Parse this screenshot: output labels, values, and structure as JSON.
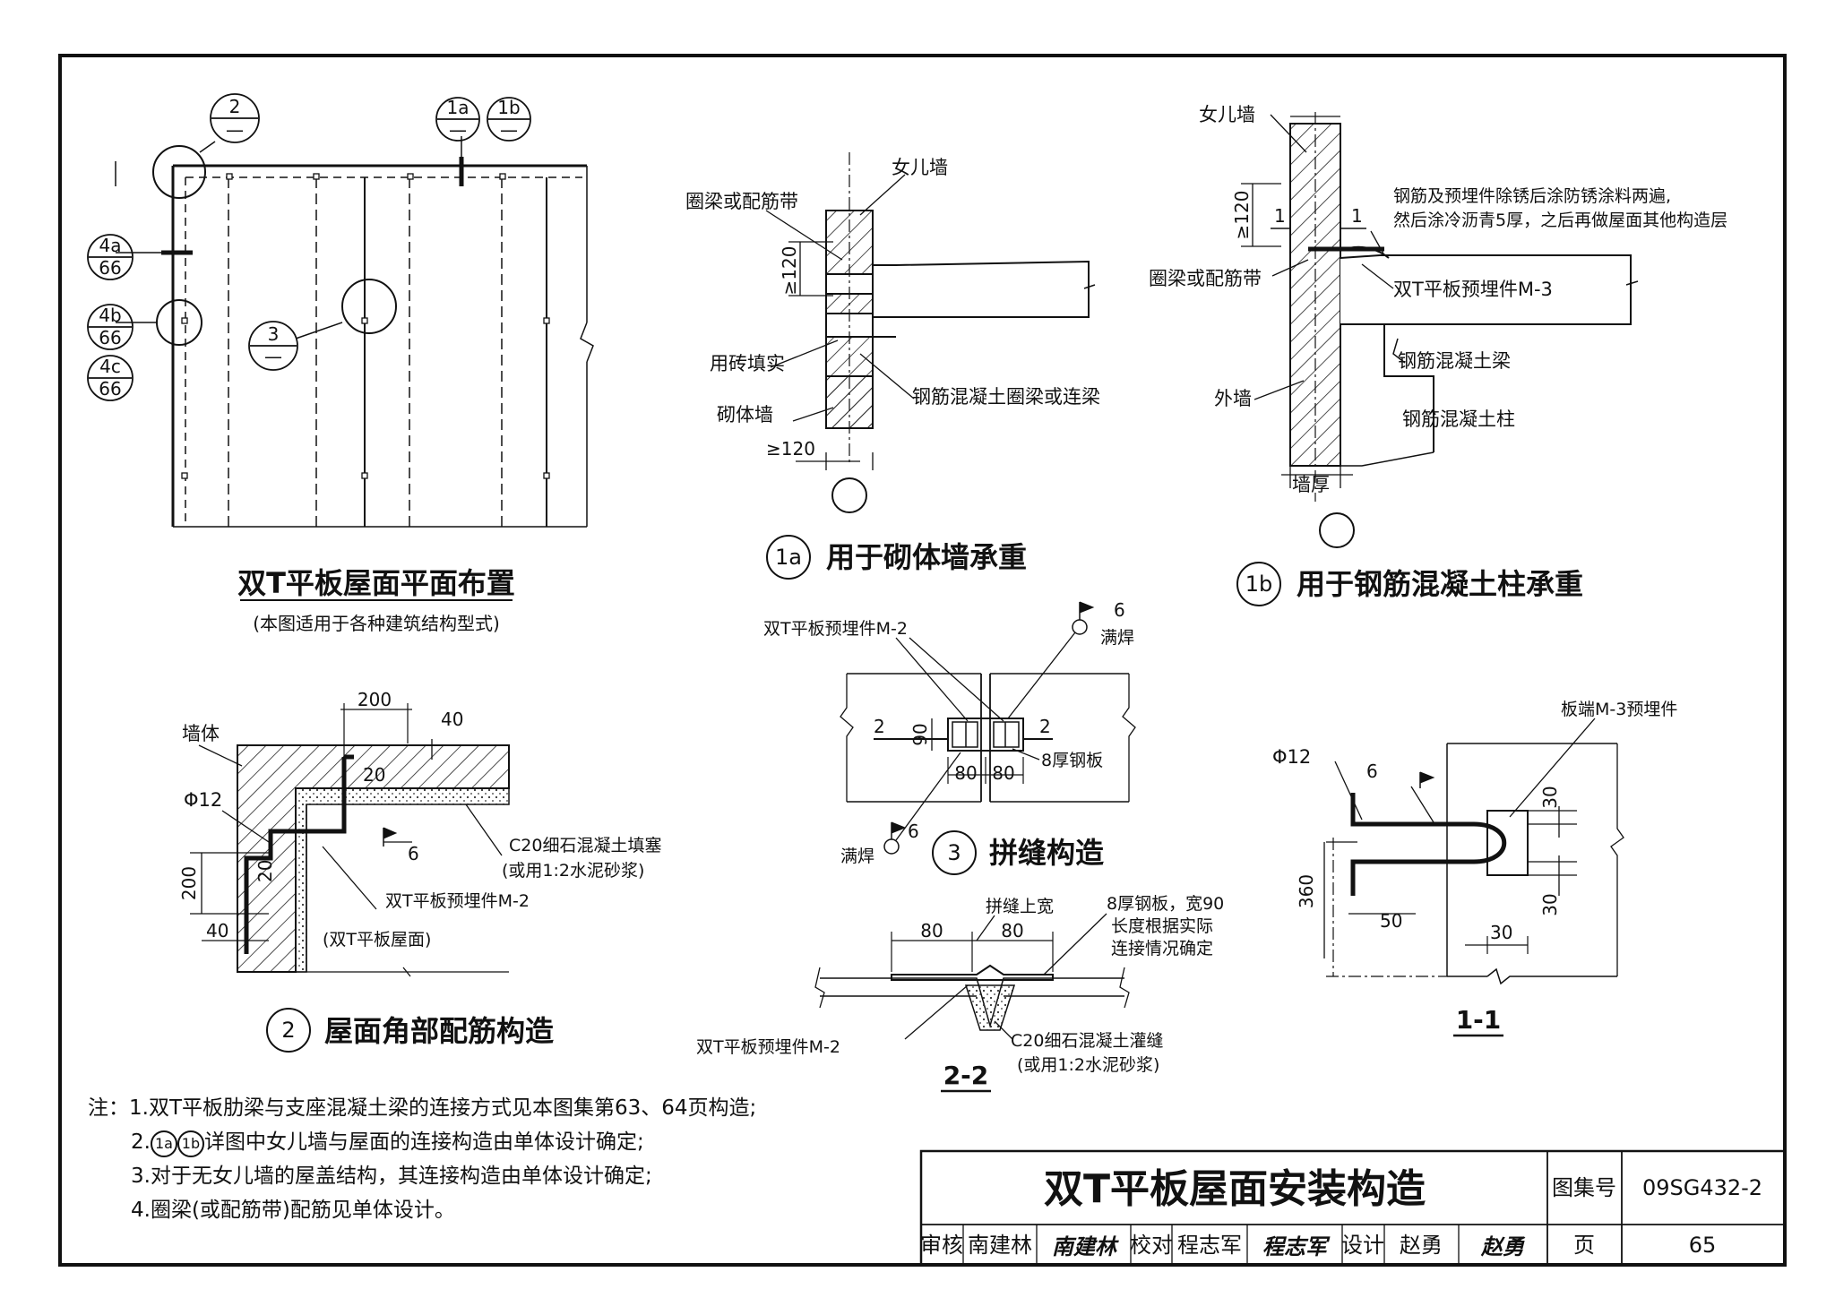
{
  "plan": {
    "title": "双T平板屋面平面布置",
    "subtitle": "(本图适用于各种建筑结构型式)",
    "callouts": {
      "c2": {
        "num": "2",
        "page": "—"
      },
      "c1a": {
        "num": "1a",
        "page": "—"
      },
      "c1b": {
        "num": "1b",
        "page": "—"
      },
      "c3": {
        "num": "3",
        "page": "—"
      },
      "c4a": {
        "num": "4a",
        "page": "66"
      },
      "c4b": {
        "num": "4b",
        "page": "66"
      },
      "c4c": {
        "num": "4c",
        "page": "66"
      }
    }
  },
  "detail1a": {
    "badge": "1a",
    "title": "用于砌体墙承重",
    "labels": {
      "parapet": "女儿墙",
      "ringbeam": "圈梁或配筋带",
      "dim120a": "≥120",
      "brickfill": "用砖填实",
      "rcbeam": "钢筋混凝土圈梁或连梁",
      "masonry": "砌体墙",
      "dim120b": "≥120"
    }
  },
  "detail1b": {
    "badge": "1b",
    "title": "用于钢筋混凝土柱承重",
    "labels": {
      "parapet": "女儿墙",
      "note1": "钢筋及预埋件除锈后涂防锈涂料两遍,",
      "note2": "然后涂冷沥青5厚，之后再做屋面其他构造层",
      "dim120": "≥120",
      "sec1": "1",
      "sec1b": "1",
      "ringbeam": "圈梁或配筋带",
      "embed": "双T平板预埋件M-3",
      "rcbeam": "钢筋混凝土梁",
      "outer": "外墙",
      "rccol": "钢筋混凝土柱",
      "thick": "墙厚"
    }
  },
  "detail2": {
    "badge": "2",
    "title": "屋面角部配筋构造",
    "labels": {
      "wall": "墙体",
      "dim200top": "200",
      "dim40top": "40",
      "dim20a": "20",
      "rebar": "Φ12",
      "weld": "6",
      "dim20b": "20",
      "dim200side": "200",
      "dim40bot": "40",
      "grout1": "C20细石混凝土填塞",
      "grout2": "(或用1:2水泥砂浆)",
      "embed": "双T平板预埋件M-2",
      "roof": "(双T平板屋面)"
    }
  },
  "detail3": {
    "badge": "3",
    "title": "拼缝构造",
    "labels": {
      "embed": "双T平板预埋件M-2",
      "weldTop": "6",
      "fullTop": "满焊",
      "sec2l": "2",
      "sec2r": "2",
      "dim90": "90",
      "dim80a": "80",
      "dim80b": "80",
      "plate": "8厚钢板",
      "weldBot": "6",
      "fullBot": "满焊"
    }
  },
  "section22": {
    "title": "2-2",
    "labels": {
      "joint": "拼缝上宽",
      "dim80a": "80",
      "dim80b": "80",
      "plate1": "8厚钢板，宽90",
      "plate2": "长度根据实际",
      "plate3": "连接情况确定",
      "embed": "双T平板预埋件M-2",
      "grout1": "C20细石混凝土灌缝",
      "grout2": "(或用1:2水泥砂浆)"
    }
  },
  "section11": {
    "title": "1-1",
    "labels": {
      "embed": "板端M-3预埋件",
      "rebar": "Φ12",
      "weld": "6",
      "dim30a": "30",
      "dim360": "360",
      "dim30b": "30",
      "dim50": "50",
      "dim30c": "30"
    }
  },
  "notes": {
    "head": "注：",
    "items": [
      "1.双T平板肋梁与支座混凝土梁的连接方式见本图集第63、64页构造;",
      "2.",
      "详图中女儿墙与屋面的连接构造由单体设计确定;",
      "3.对于无女儿墙的屋盖结构，其连接构造由单体设计确定;",
      "4.圈梁(或配筋带)配筋见单体设计。"
    ],
    "badge1a": "1a",
    "badge1b": "1b"
  },
  "titleblock": {
    "title": "双T平板屋面安装构造",
    "atlasLabel": "图集号",
    "atlasNo": "09SG432-2",
    "review": "审核",
    "reviewer": "南建林",
    "reviewerSig": "南建林",
    "check": "校对",
    "checker": "程志军",
    "checkerSig": "程志军",
    "design": "设计",
    "designer": "赵勇",
    "designerSig": "赵勇",
    "pageLabel": "页",
    "pageNo": "65"
  }
}
